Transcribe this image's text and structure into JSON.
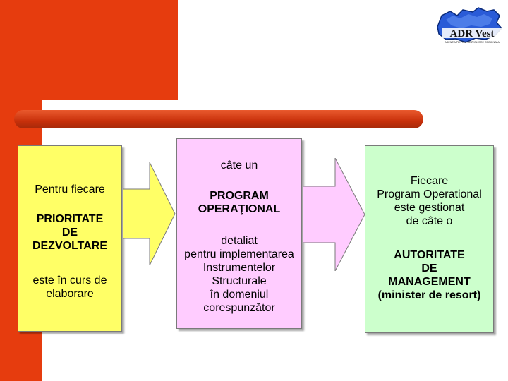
{
  "logo": {
    "name": "ADR Vest",
    "tagline": "AGENTIA PENTRU DEZVOLTARE REGIONALA"
  },
  "boxes": {
    "left": {
      "line1": "Pentru fiecare",
      "line2": "PRIORITATE\nDE\nDEZVOLTARE",
      "line3": "este în curs de\nelaborare"
    },
    "middle": {
      "line1": "câte un",
      "line2": "PROGRAM\nOPERAŢIONAL",
      "line3": "detaliat\npentru implementarea\nInstrumentelor\nStructurale\nîn domeniul\ncorespunzător"
    },
    "right": {
      "line1": "Fiecare\nProgram Operational\neste gestionat\nde câte o",
      "line2": "AUTORITATE\nDE\nMANAGEMENT\n(minister de resort)"
    }
  },
  "colors": {
    "accent": "#e63c0e",
    "box_left": "#ffff66",
    "box_middle": "#ffccff",
    "box_right": "#ccffcc",
    "arrow_fill": "#ffff66"
  }
}
